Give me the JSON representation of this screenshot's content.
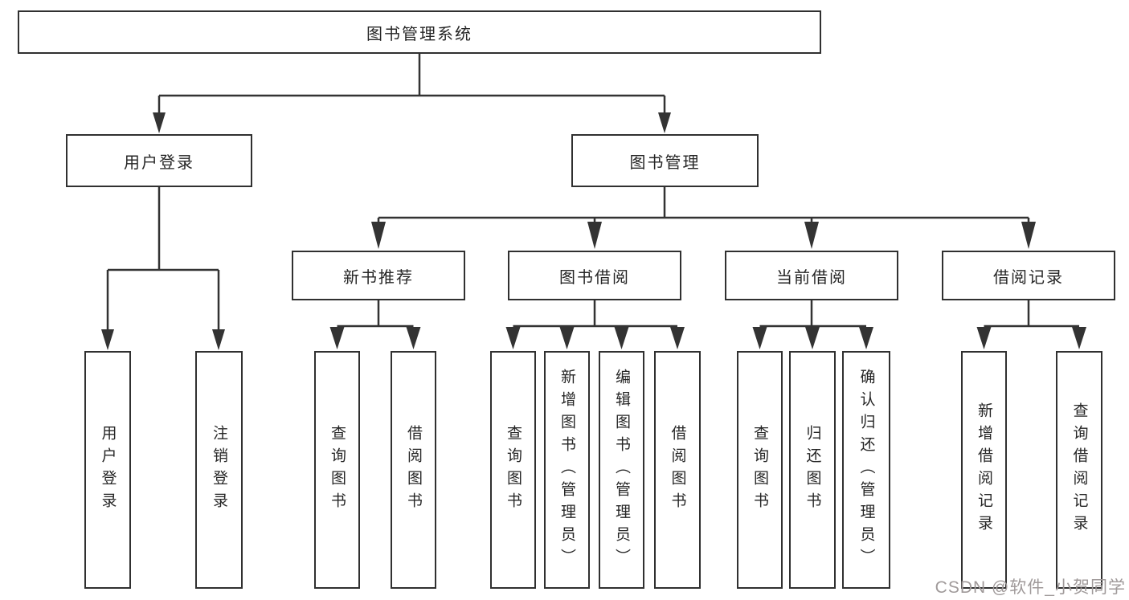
{
  "diagram_type": "functional-structure-tree",
  "colors": {
    "background": "#ffffff",
    "line": "#333333",
    "box_border": "#303030",
    "text": "#262626",
    "watermark": "#a09a9a"
  },
  "nodes": {
    "root": "图书管理系统",
    "user_login": "用户登录",
    "book_mgmt": "图书管理",
    "new_book_rec": "新书推荐",
    "book_borrow": "图书借阅",
    "current_borrow": "当前借阅",
    "borrow_record": "借阅记录",
    "leaf_user_login": "用户登录",
    "leaf_logout": "注销登录",
    "leaf_nb_query": "查询图书",
    "leaf_nb_borrow": "借阅图书",
    "leaf_bb_query": "查询图书",
    "leaf_bb_add": "新增图书（管理员）",
    "leaf_bb_edit": "编辑图书（管理员）",
    "leaf_bb_borrow": "借阅图书",
    "leaf_cb_query": "查询图书",
    "leaf_cb_return": "归还图书",
    "leaf_cb_confirm": "确认归还（管理员）",
    "leaf_br_add": "新增借阅记录",
    "leaf_br_query": "查询借阅记录"
  },
  "watermark": {
    "text": "CSDN @软件_小贺同学",
    "color": "#a09a9a"
  }
}
